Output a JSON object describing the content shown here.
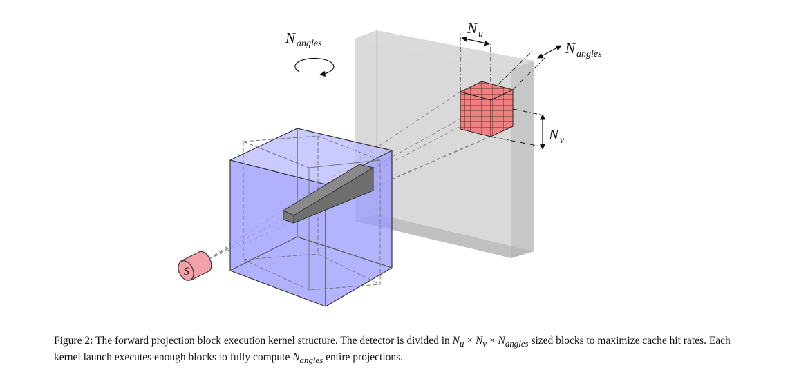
{
  "diagram": {
    "labels": {
      "n_angles_rotation": "N_angles",
      "n_u": "N_u",
      "n_angles_depth": "N_angles",
      "n_v": "N_v",
      "source": "S"
    },
    "colors": {
      "volume_fill": "#9999ff",
      "detector_fill": "#c8c8c8",
      "block_fill": "#f08080",
      "source_fill": "#f4a0a8",
      "beam_fill": "#777777"
    }
  },
  "caption": {
    "prefix": "Figure 2: The forward projection block execution kernel structure. The detector is divided in ",
    "nu": "N",
    "nu_sub": "u",
    "times1": " × ",
    "nv": "N",
    "nv_sub": "v",
    "times2": " × ",
    "na": "N",
    "na_sub": "angles",
    "mid": " sized blocks to maximize cache hit rates. Each kernel launch executes enough blocks to fully compute ",
    "na2": "N",
    "na2_sub": "angles",
    "suffix": " entire projections."
  }
}
